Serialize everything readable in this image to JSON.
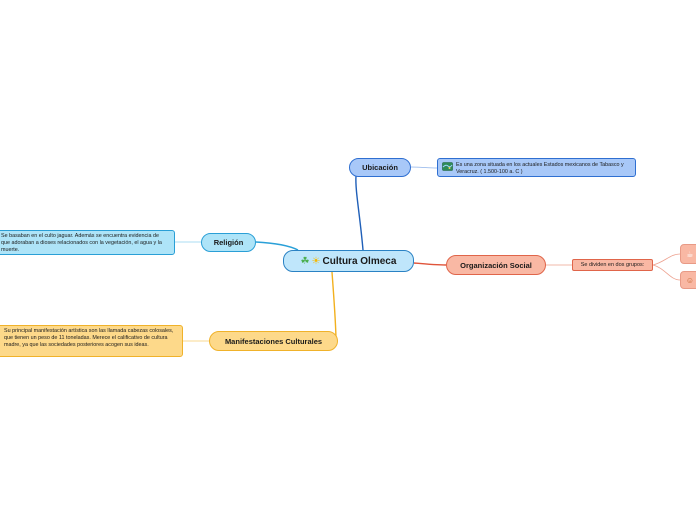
{
  "center": {
    "label": "Cultura Olmeca",
    "icons": [
      "clover-icon",
      "sun-icon"
    ]
  },
  "branches": {
    "ubicacion": {
      "label": "Ubicación",
      "note": "Es una zona situada en los actuales Estados mexicanos de Tabasco y Veracruz. ( 1.500-100 a. C )",
      "note_icon": "map-icon"
    },
    "religion": {
      "label": "Religión",
      "note": "Se basaban en el culto jaguar. Además se encuentra evidencia de que adoraban a dioses relacionados con la vegetación, el agua y la muerte."
    },
    "organizacion": {
      "label": "Organización Social",
      "sub": "Se dividen en dos grupos:",
      "leaves": [
        {
          "icon": "cup-icon",
          "glyph": "☕"
        },
        {
          "icon": "face-icon",
          "glyph": "☺"
        }
      ]
    },
    "manifestaciones": {
      "label": "Manifestaciones Culturales",
      "note": "Su principal manifestación artística son las llamada cabezas colosales, que tienen un peso de 11 toneladas. Merece el calificativo de cultura madre, ya que las sociedades posteriores acogen sus ideas."
    }
  },
  "colors": {
    "center_fill": "#bfe6fb",
    "center_border": "#2a82c4",
    "ubicacion_fill": "#a8c8f8",
    "ubicacion_border": "#2f6fd1",
    "ubicacion_line": "#1f5fb8",
    "religion_fill": "#aee4f8",
    "religion_border": "#2a9fd6",
    "religion_line": "#2aa0d8",
    "organizacion_fill": "#f9b8a4",
    "organizacion_border": "#e0654a",
    "organizacion_line": "#e0543a",
    "manifestaciones_fill": "#fdd98a",
    "manifestaciones_border": "#f0b22a",
    "manifestaciones_line": "#f2b01e"
  }
}
